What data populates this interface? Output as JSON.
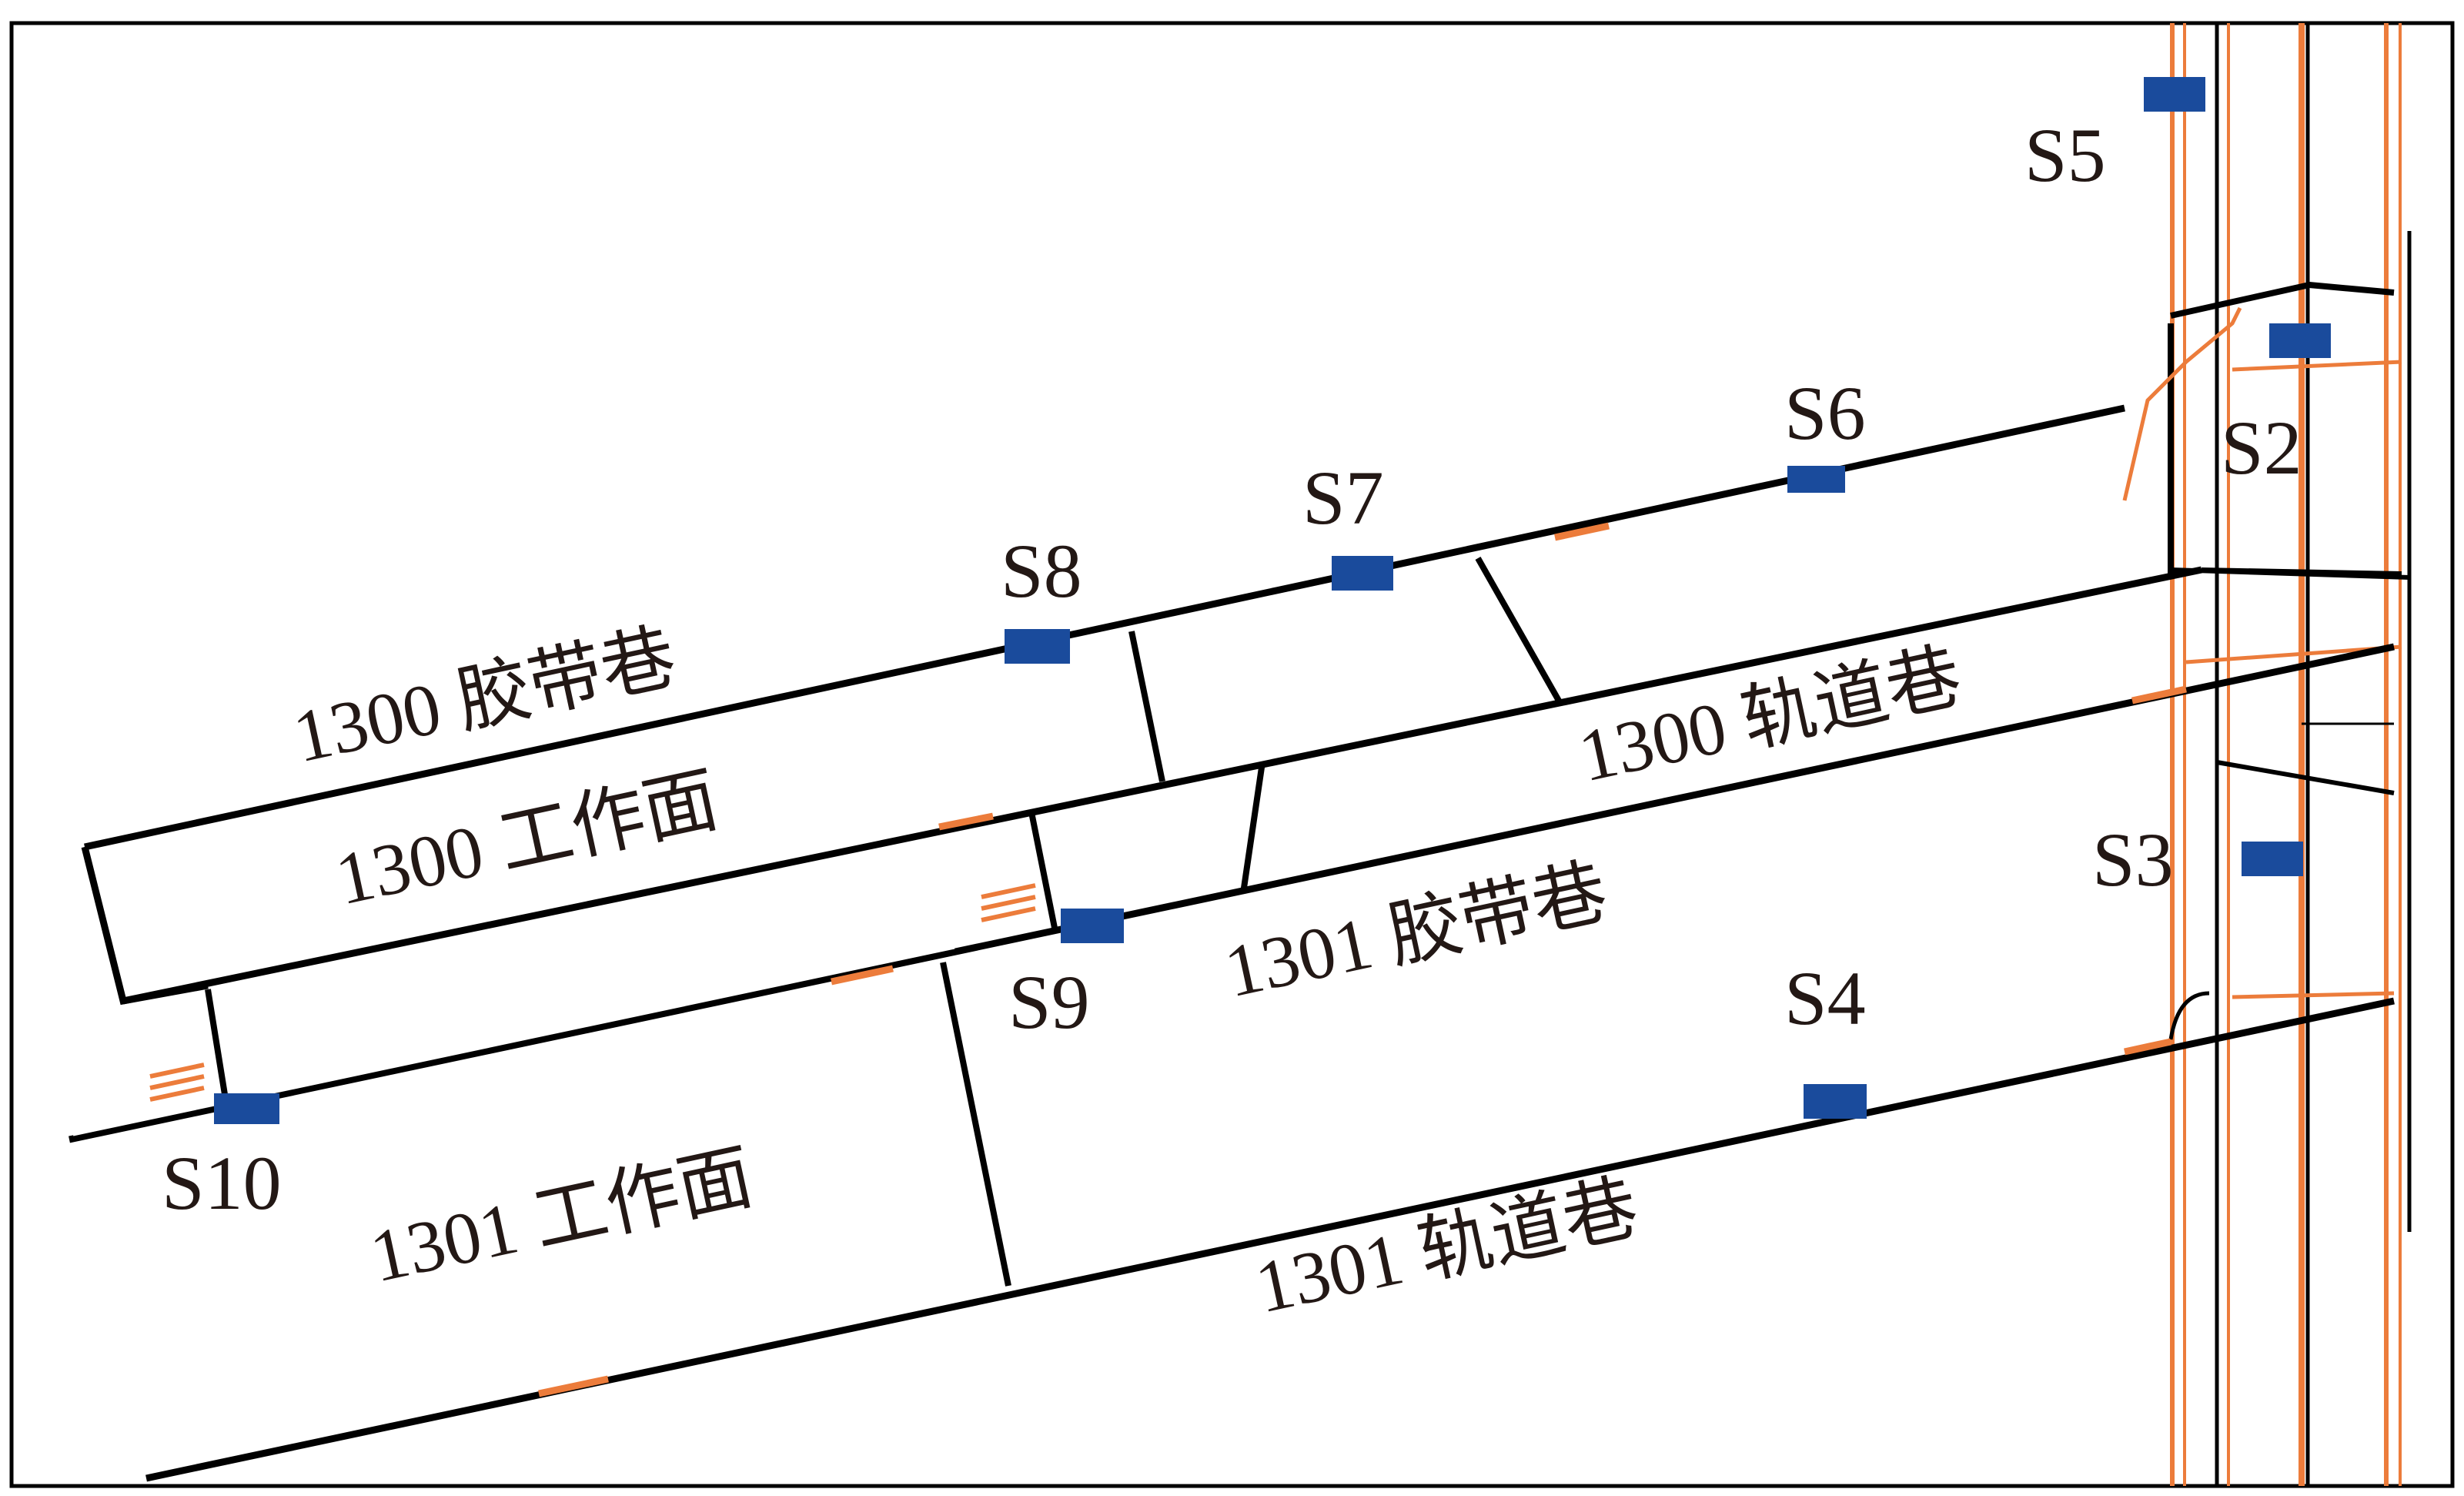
{
  "colors": {
    "background": "#ffffff",
    "tunnel_line": "#000000",
    "auxiliary_line": "#ec7c3b",
    "sensor_fill": "#1a4b9c",
    "label_text": "#231815"
  },
  "stations": [
    {
      "id": "S2",
      "label": "S2"
    },
    {
      "id": "S3",
      "label": "S3"
    },
    {
      "id": "S4",
      "label": "S4"
    },
    {
      "id": "S5",
      "label": "S5"
    },
    {
      "id": "S6",
      "label": "S6"
    },
    {
      "id": "S7",
      "label": "S7"
    },
    {
      "id": "S8",
      "label": "S8"
    },
    {
      "id": "S9",
      "label": "S9"
    },
    {
      "id": "S10",
      "label": "S10"
    }
  ],
  "roadways": {
    "r1300_belt": "1300 胶带巷",
    "r1300_face": "1300 工作面",
    "r1300_track": "1300 轨道巷",
    "r1301_belt": "1301 胶带巷",
    "r1301_face": "1301 工作面",
    "r1301_track": "1301 轨道巷"
  }
}
